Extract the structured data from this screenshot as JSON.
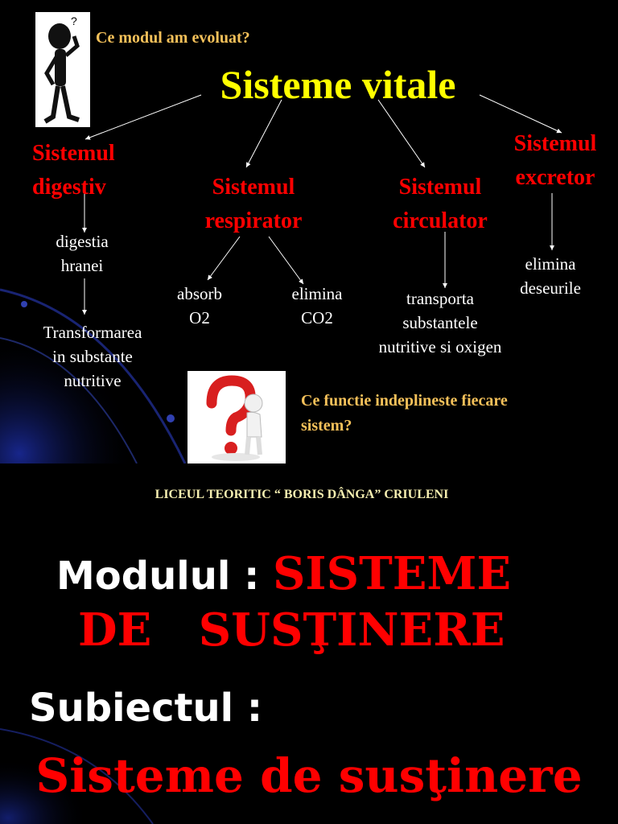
{
  "slide1": {
    "question_top": "Ce modul am evoluat?",
    "title": "Sisteme vitale",
    "systems": {
      "digestiv": {
        "line1": "Sistemul",
        "line2": "digestiv"
      },
      "respirator": {
        "line1": "Sistemul",
        "line2": "respirator"
      },
      "circulator": {
        "line1": "Sistemul",
        "line2": "circulator"
      },
      "excretor": {
        "line1": "Sistemul",
        "line2": "excretor"
      }
    },
    "functions": {
      "digestia": {
        "line1": "digestia",
        "line2": "hranei"
      },
      "transformarea": {
        "line1": "Transformarea",
        "line2": "in substante",
        "line3": "nutritive"
      },
      "absorb": {
        "line1": "absorb",
        "line2": "O2"
      },
      "elimina_co2": {
        "line1": "elimina",
        "line2": "CO2"
      },
      "transporta": {
        "line1": "transporta",
        "line2": "substantele",
        "line3": "nutritive si oxigen"
      },
      "elimina_deseuri": {
        "line1": "elimina",
        "line2": "deseurile"
      }
    },
    "question_bottom": {
      "line1": "Ce functie indeplineste fiecare",
      "line2": "sistem?"
    },
    "icons": [
      "thinking-stick-figure-icon",
      "question-mark-person-icon"
    ]
  },
  "slide2": {
    "school": "LICEUL TEORITIC “ BORIS DÂNGA” CRIULENI",
    "module_label": "Modulul :",
    "module_name_line1": "SISTEME",
    "module_name_line2": "DE   SUSŢINERE",
    "subject_label": "Subiectul :",
    "subject_line": "Sisteme de susţinere"
  },
  "colors": {
    "background": "#000000",
    "red": "#ff0000",
    "title_yellow": "#ffff00",
    "question_yellow": "#f5c15a",
    "white": "#ffffff"
  }
}
